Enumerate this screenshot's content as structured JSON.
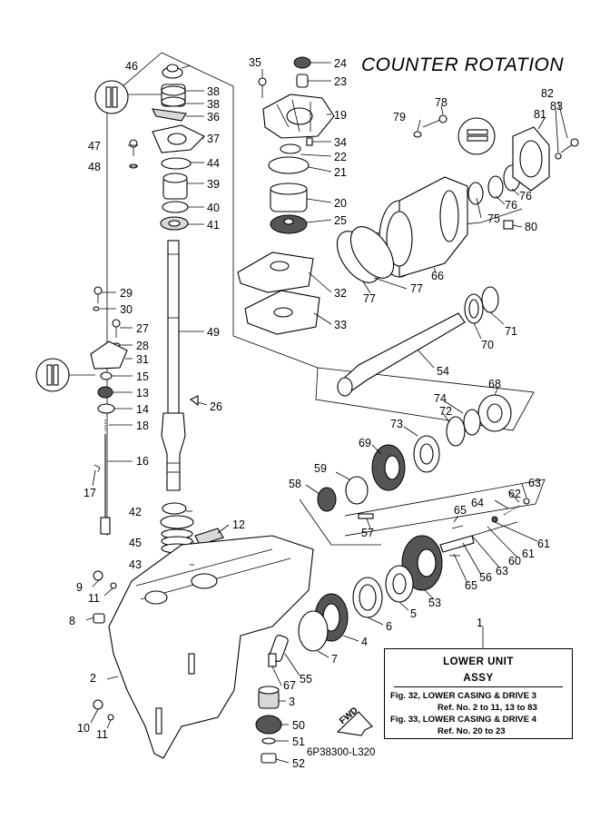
{
  "title": "COUNTER ROTATION",
  "info_box": {
    "line1": "LOWER UNIT",
    "line2": "ASSY",
    "line3": "Fig. 32, LOWER CASING & DRIVE 3",
    "line4": "Ref. No. 2 to 11, 13 to 83",
    "line5": "Fig. 33, LOWER CASING & DRIVE 4",
    "line6": "Ref. No. 20 to 23"
  },
  "fwd_label": "FWD",
  "drawing_code": "6P38300-L320",
  "callouts": [
    "1",
    "2",
    "3",
    "5",
    "6",
    "7",
    "8",
    "9",
    "10",
    "11",
    "11",
    "12",
    "13",
    "14",
    "15",
    "16",
    "17",
    "18",
    "19",
    "20",
    "21",
    "22",
    "23",
    "24",
    "25",
    "26",
    "27",
    "28",
    "29",
    "30",
    "31",
    "32",
    "33",
    "34",
    "35",
    "36",
    "37",
    "38",
    "38",
    "39",
    "40",
    "41",
    "42",
    "43",
    "44",
    "45",
    "46",
    "47",
    "48",
    "49",
    "50",
    "51",
    "52",
    "53",
    "54",
    "55",
    "56",
    "57",
    "58",
    "59",
    "60",
    "61",
    "61",
    "62",
    "63",
    "63",
    "64",
    "65",
    "65",
    "66",
    "67",
    "68",
    "69",
    "70",
    "71",
    "72",
    "73",
    "74",
    "75",
    "76",
    "76",
    "77",
    "77",
    "78",
    "79",
    "80",
    "81",
    "82",
    "83",
    "4"
  ]
}
